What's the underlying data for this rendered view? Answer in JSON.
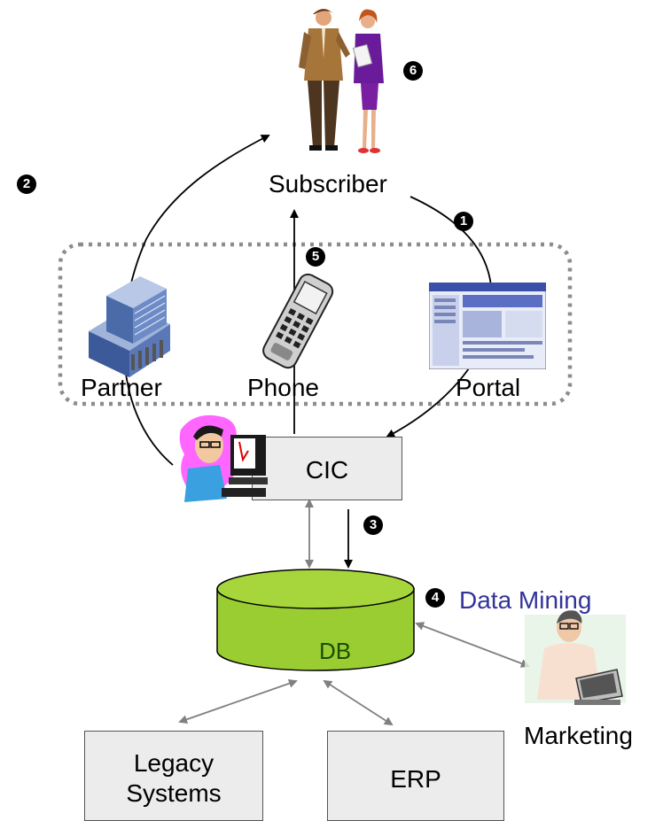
{
  "labels": {
    "subscriber": "Subscriber",
    "partner": "Partner",
    "phone": "Phone",
    "portal": "Portal",
    "cic": "CIC",
    "db": "DB",
    "data_mining": "Data Mining",
    "marketing": "Marketing",
    "legacy_line1": "Legacy",
    "legacy_line2": "Systems",
    "erp": "ERP"
  },
  "step_numbers": {
    "one": "1",
    "two": "2",
    "three": "3",
    "four": "4",
    "five": "5",
    "six": "6"
  },
  "colors": {
    "db_fill": "#9acd32",
    "db_top": "#a6d63c",
    "data_mining_text": "#333399",
    "box_fill": "#ececec",
    "dotted_border": "#8c8c8c",
    "bidirectional_arrow": "#808080"
  },
  "icons": [
    "people-icon",
    "office-building-icon",
    "mobile-phone-icon",
    "web-portal-icon",
    "call-agent-icon",
    "marketing-analyst-icon"
  ]
}
